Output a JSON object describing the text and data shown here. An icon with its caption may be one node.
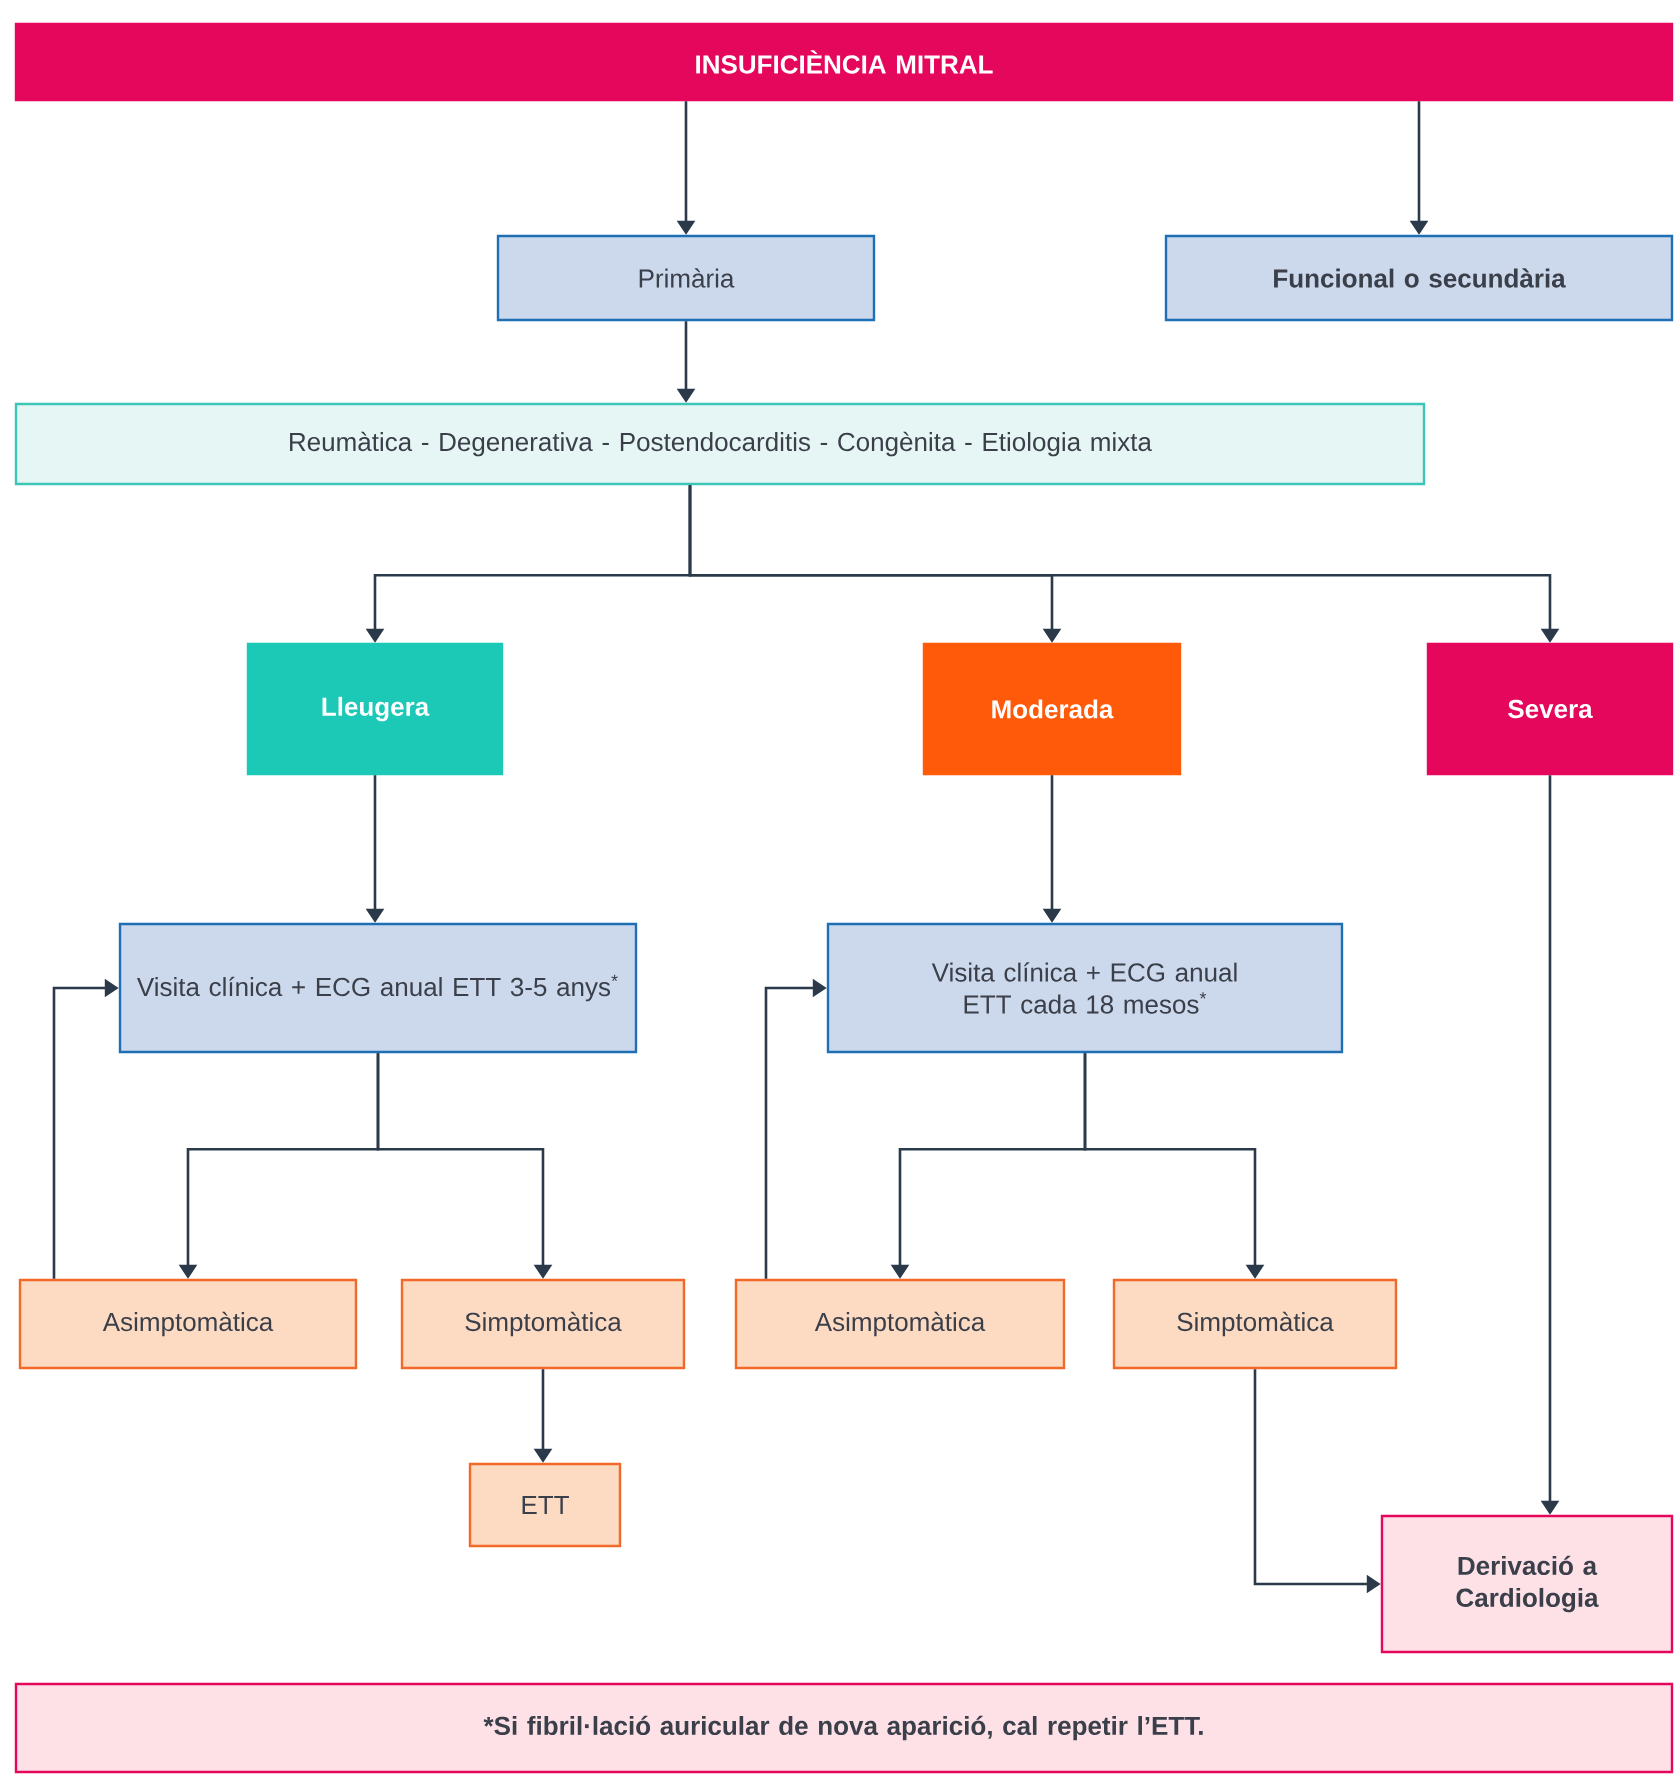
{
  "diagram": {
    "nodes": [
      {
        "text": [
          "INSUFICIÈNCIA MITRAL"
        ]
      },
      {
        "text": [
          "Primària"
        ]
      },
      {
        "text": [
          "Funcional o secundària"
        ]
      },
      {
        "text": [
          "Reumàtica - Degenerativa - Postendocarditis - Congènita - Etiologia mixta"
        ]
      },
      {
        "text": [
          "Lleugera"
        ]
      },
      {
        "text": [
          "Moderada"
        ]
      },
      {
        "text": [
          "Severa"
        ]
      },
      {
        "text": [
          "Visita clínica + ECG anual ETT 3-5 anys$^{*}$"
        ]
      },
      {
        "text": [
          "Visita clínica + ECG anual ETT cada 18 mesos$^{*}$"
        ]
      },
      {
        "text": [
          "Asimptomàtica"
        ]
      },
      {
        "text": [
          "Simptomàtica"
        ]
      },
      {
        "text": [
          "ETT"
        ]
      },
      {
        "text": [
          "Asimptomàtica"
        ]
      },
      {
        "text": [
          "Simptomàtica"
        ]
      },
      {
        "text": [
          "Derivació a Cardiologia"
        ]
      },
      {
        "text": [
          "*Si fibril·lació auricular de nova aparició, cal repetir l’ETT."
        ]
      }
    ],
    "edges": [
      {
        "from": 0,
        "to": 1,
        "arrow": "to"
      },
      {
        "from": 0,
        "to": 2,
        "arrow": "to"
      },
      {
        "from": 1,
        "to": 3,
        "arrow": "to"
      },
      {
        "from": 3,
        "to": 4,
        "arrow": "to"
      },
      {
        "from": 3,
        "to": 5,
        "arrow": "to"
      },
      {
        "from": 3,
        "to": 6,
        "arrow": "to"
      },
      {
        "from": 4,
        "to": 7,
        "arrow": "to"
      },
      {
        "from": 5,
        "to": 8,
        "arrow": "to"
      },
      {
        "from": 7,
        "to": 9,
        "arrow": "to"
      },
      {
        "from": 7,
        "to": 10,
        "arrow": "to"
      },
      {
        "from": 9,
        "to": 7,
        "arrow": "to"
      },
      {
        "from": 10,
        "to": 11,
        "arrow": "to"
      },
      {
        "from": 8,
        "to": 12,
        "arrow": "to"
      },
      {
        "from": 8,
        "to": 13,
        "arrow": "to"
      },
      {
        "from": 12,
        "to": 8,
        "arrow": "to"
      },
      {
        "from": 13,
        "to": 14,
        "arrow": "to"
      },
      {
        "from": 6,
        "to": 14,
        "arrow": "to"
      }
    ]
  }
}
